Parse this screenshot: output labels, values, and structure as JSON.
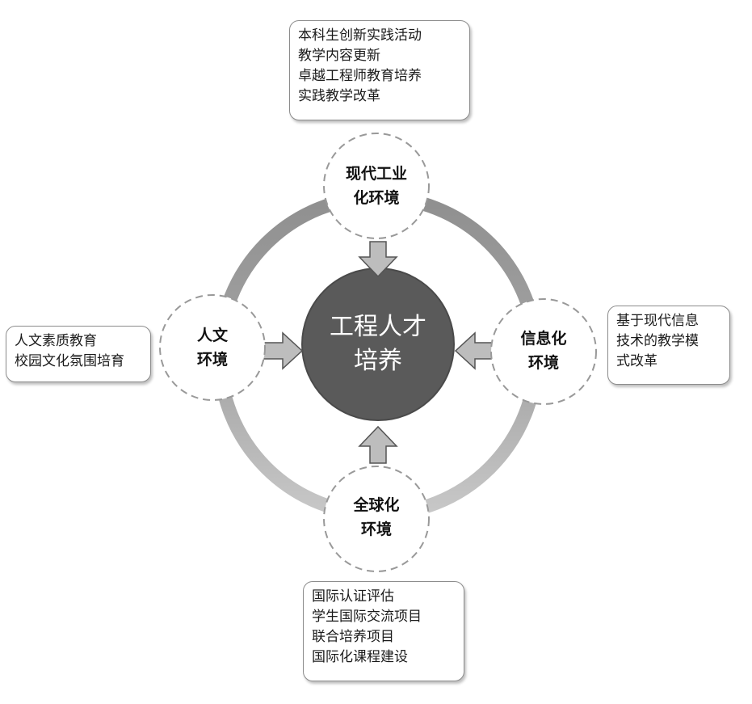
{
  "center": {
    "line1": "工程人才",
    "line2": "培养",
    "fill": "#5a5a5a"
  },
  "nodes": {
    "top": {
      "line1": "现代工业",
      "line2": "化环境"
    },
    "left": {
      "line1": "人文",
      "line2": "环境"
    },
    "right": {
      "line1": "信息化",
      "line2": "环境"
    },
    "bottom": {
      "line1": "全球化",
      "line2": "环境"
    }
  },
  "boxes": {
    "top": {
      "items": [
        "本科生创新实践活动",
        "教学内容更新",
        "卓越工程师教育培养",
        "实践教学改革"
      ]
    },
    "left": {
      "items": [
        "人文素质教育",
        "校园文化氛围培育"
      ]
    },
    "right": {
      "items": [
        "基于现代信息",
        "技术的教学模",
        "式改革"
      ]
    },
    "bottom": {
      "items": [
        "国际认证评估",
        "学生国际交流项目",
        "联合培养项目",
        "国际化课程建设"
      ]
    }
  },
  "colors": {
    "ring_dark": "#8f8f8f",
    "ring_light": "#c4c4c4",
    "arrow_fill": "#bdbdbd",
    "arrow_stroke": "#555555",
    "node_dash": "#999999"
  }
}
